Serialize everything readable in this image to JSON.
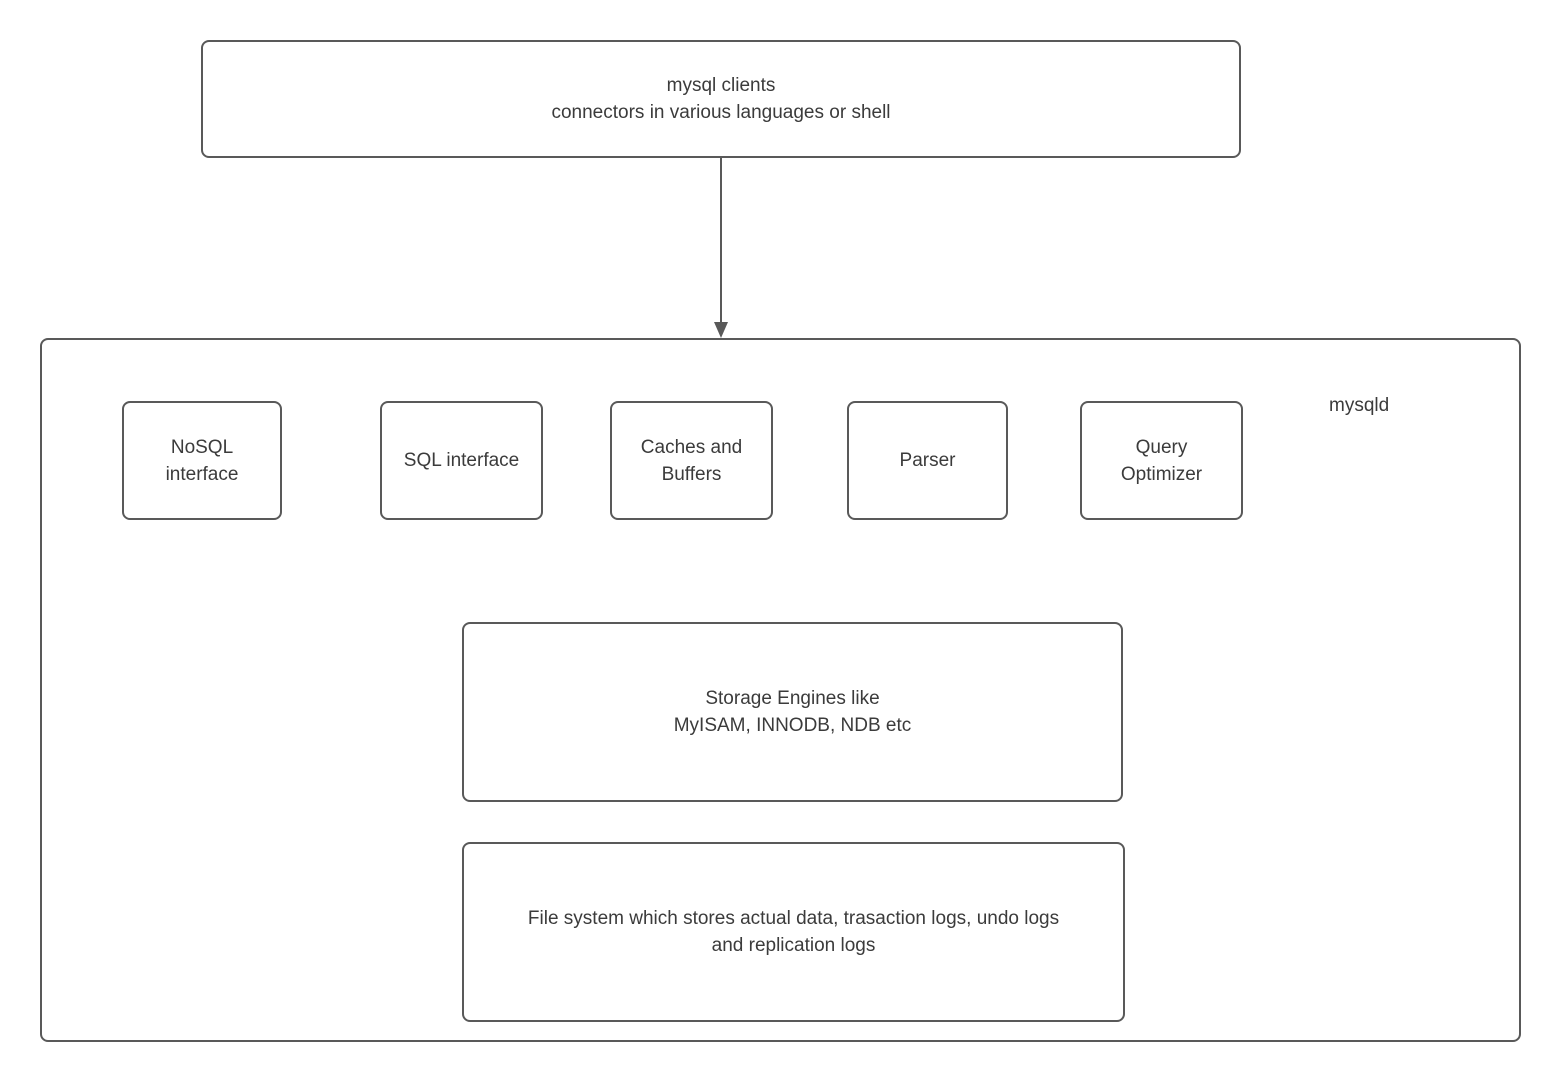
{
  "page": {
    "background_color": "#ffffff",
    "stroke_color": "#595959",
    "text_color": "#3b3b3b"
  },
  "clients_box": {
    "line1": "mysql clients",
    "line2": "connectors in various languages or shell"
  },
  "mysqld": {
    "label": "mysqld",
    "components": [
      {
        "name": "nosql-interface",
        "lines": [
          "NoSQL",
          "interface"
        ]
      },
      {
        "name": "sql-interface",
        "lines": [
          "SQL interface"
        ]
      },
      {
        "name": "caches-and-buffers",
        "lines": [
          "Caches and",
          "Buffers"
        ]
      },
      {
        "name": "parser",
        "lines": [
          "Parser"
        ]
      },
      {
        "name": "query-optimizer",
        "lines": [
          "Query",
          "Optimizer"
        ]
      }
    ],
    "storage_engines_box": {
      "line1": "Storage Engines like",
      "line2": "MyISAM, INNODB, NDB etc"
    },
    "file_system_box": {
      "line1": "File system which stores actual data, trasaction logs, undo logs",
      "line2": "and replication logs"
    }
  }
}
